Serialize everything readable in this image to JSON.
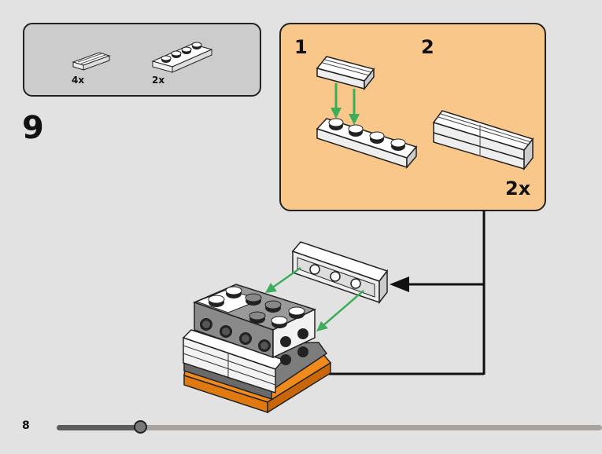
{
  "parts_list": {
    "items": [
      {
        "name": "tile-1x2-grille-white",
        "count": "4x"
      },
      {
        "name": "plate-1x4-white",
        "count": "2x"
      }
    ]
  },
  "step": {
    "number": "9"
  },
  "sub_assembly": {
    "steps": [
      "1",
      "2"
    ],
    "multiplier": "2x",
    "background_color": "#f8c789"
  },
  "footer": {
    "page_number": "8",
    "progress": 0.153
  },
  "colors": {
    "arrow_green": "#3cae5a",
    "base_orange": "#f08a1c",
    "page_bg": "#e2e2e2"
  }
}
